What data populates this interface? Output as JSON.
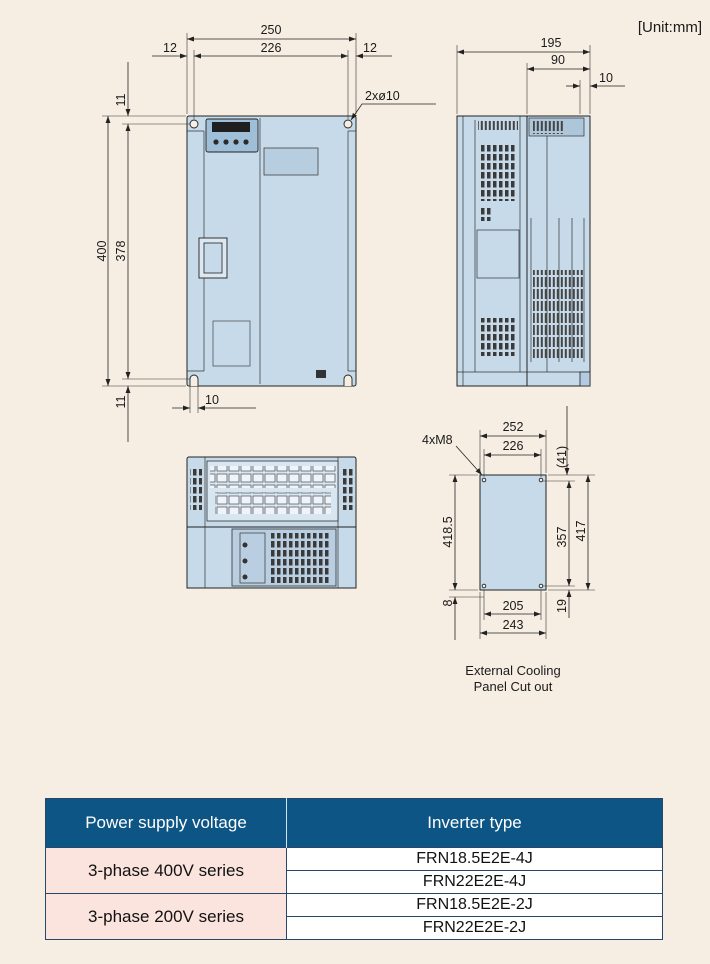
{
  "unit_label": "[Unit:mm]",
  "front_view": {
    "dimension_labels": [
      "250",
      "12",
      "226",
      "12",
      "2xø10",
      "11",
      "400",
      "378",
      "11",
      "10"
    ]
  },
  "side_view": {
    "dimension_labels": [
      "195",
      "90",
      "10"
    ]
  },
  "panel_cutout": {
    "dimension_labels": [
      "4xM8",
      "252",
      "226",
      "(41)",
      "418.5",
      "357",
      "417",
      "8",
      "205",
      "19",
      "243"
    ],
    "caption": [
      "External Cooling",
      "Panel Cut out"
    ]
  },
  "table": {
    "headers": [
      "Power supply voltage",
      "Inverter type"
    ],
    "rows": [
      {
        "voltage": "3-phase 400V series",
        "types": [
          "FRN18.5E2E-4J",
          "FRN22E2E-4J"
        ]
      },
      {
        "voltage": "3-phase 200V series",
        "types": [
          "FRN18.5E2E-2J",
          "FRN22E2E-2J"
        ]
      }
    ]
  },
  "colors": {
    "page_background": "#f6eee3",
    "drawing_fill": "#c6dae9",
    "table_header": "#0c5585",
    "voltage_cell": "#fbe3de"
  }
}
